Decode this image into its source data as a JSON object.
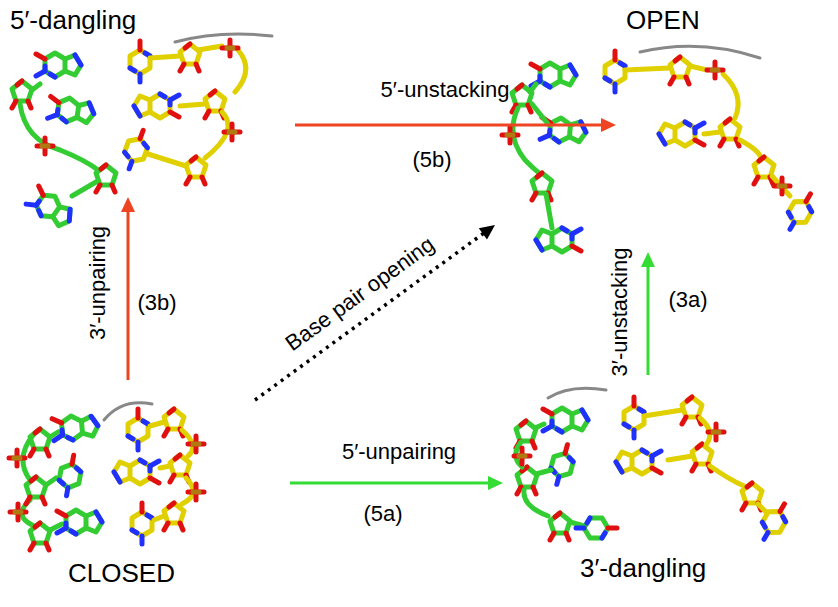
{
  "diagram": {
    "nodes": [
      {
        "text": [
          "5′-dangling"
        ]
      },
      {
        "text": [
          "OPEN"
        ]
      },
      {
        "text": [
          "CLOSED"
        ]
      },
      {
        "text": [
          "3′-dangling"
        ]
      }
    ],
    "edges": [
      {
        "from": 0,
        "to": 1,
        "arrow": "to",
        "label": "5′-unstacking"
      },
      {
        "from": 2,
        "to": 0,
        "arrow": "to",
        "label": "3′-unpairing"
      },
      {
        "from": 2,
        "to": 1,
        "arrow": "to",
        "label": "Base pair opening"
      },
      {
        "from": 3,
        "to": 1,
        "arrow": "to",
        "label": "3′-unstacking"
      },
      {
        "from": 2,
        "to": 3,
        "arrow": "to",
        "label": "5′-unpairing"
      }
    ],
    "labels": [
      "(5b)",
      "(3b)",
      "(3a)",
      "(5a)"
    ]
  }
}
